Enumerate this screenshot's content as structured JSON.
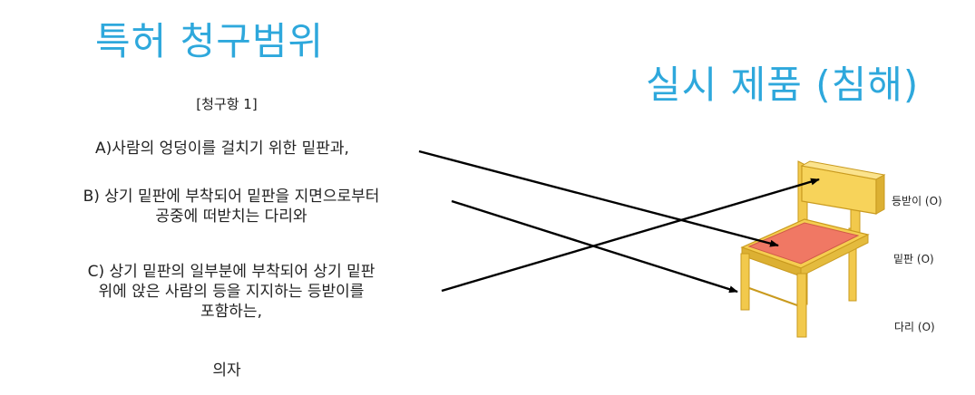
{
  "left_panel": {
    "title": "특허 청구범위",
    "claim_number": "[청구항 1]",
    "element_a": "A)사람의 엉덩이를 걸치기 위한 밑판과,",
    "element_b_line1": "B) 상기 밑판에 부착되어 밑판을 지면으로부터",
    "element_b_line2": "공중에 떠받치는 다리와",
    "element_c_line1": "C) 상기 밑판의 일부분에 부착되어 상기 밑판",
    "element_c_line2": "위에 앉은 사람의 등을 지지하는 등받이를",
    "element_c_line3": "포함하는,",
    "claim_object": "의자"
  },
  "right_panel": {
    "title": "실시 제품 (침해)",
    "labels": {
      "backrest": "등받이 (O)",
      "seat": "밑판 (O)",
      "legs": "다리 (O)"
    }
  },
  "colors": {
    "title": "#2ea8dc",
    "chair_wood": "#f2c94c",
    "chair_wood_dark": "#c99a1e",
    "seat_cushion": "#f07864",
    "arrow": "#000000"
  },
  "icons": [
    "chair-illustration",
    "arrow"
  ]
}
